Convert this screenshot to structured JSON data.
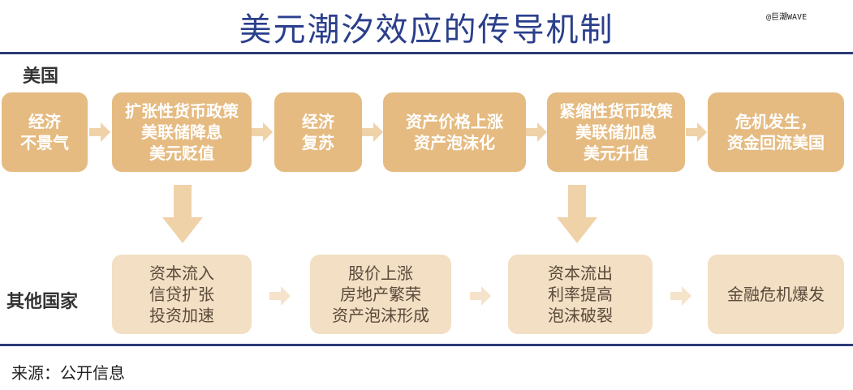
{
  "title": "美元潮汐效应的传导机制",
  "watermark": "@巨潮WAVE",
  "labels": {
    "us": "美国",
    "others": "其他国家"
  },
  "us_row": [
    {
      "lines": [
        "经济",
        "不景气"
      ]
    },
    {
      "lines": [
        "扩张性货币政策",
        "美联储降息",
        "美元贬值"
      ]
    },
    {
      "lines": [
        "经济",
        "复苏"
      ]
    },
    {
      "lines": [
        "资产价格上涨",
        "资产泡沫化"
      ]
    },
    {
      "lines": [
        "紧缩性货币政策",
        "美联储加息",
        "美元升值"
      ]
    },
    {
      "lines": [
        "危机发生，",
        "资金回流美国"
      ]
    }
  ],
  "other_row": [
    {
      "lines": [
        "资本流入",
        "信贷扩张",
        "投资加速"
      ]
    },
    {
      "lines": [
        "股价上涨",
        "房地产繁荣",
        "资产泡沫形成"
      ]
    },
    {
      "lines": [
        "资本流出",
        "利率提高",
        "泡沫破裂"
      ]
    },
    {
      "lines": [
        "金融危机爆发"
      ]
    }
  ],
  "source": "来源：公开信息",
  "colors": {
    "title": "#2b3f8c",
    "box": "#e5bb82",
    "box_light": "#f2dfc4",
    "arrow": "#f0d2a8",
    "rule": "#2b3a78"
  }
}
